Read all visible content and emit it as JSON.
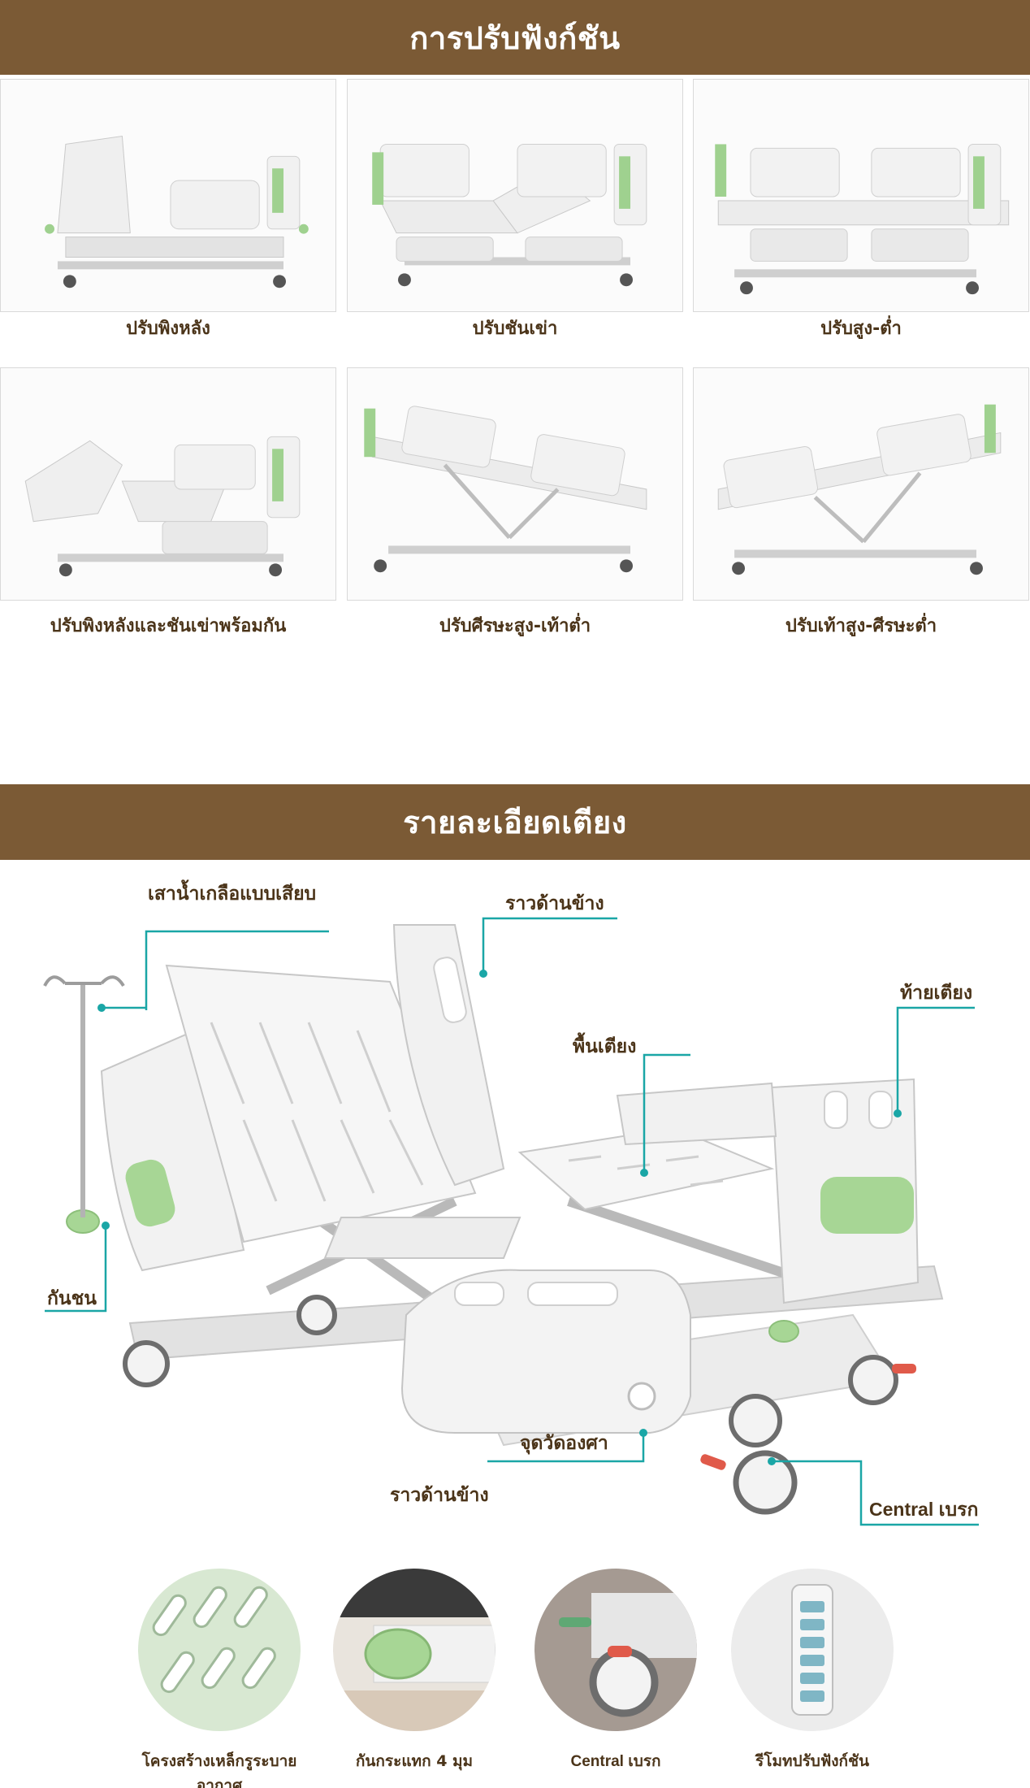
{
  "section_functions": {
    "title": "การปรับฟังก์ชัน",
    "positions": [
      {
        "caption": "ปรับพิงหลัง"
      },
      {
        "caption": "ปรับชันเข่า"
      },
      {
        "caption": "ปรับสูง-ต่ำ"
      },
      {
        "caption": "ปรับพิงหลังและชันเข่าพร้อมกัน"
      },
      {
        "caption": "ปรับศีรษะสูง-เท้าต่ำ"
      },
      {
        "caption": "ปรับเท้าสูง-ศีรษะต่ำ"
      }
    ]
  },
  "section_details": {
    "title": "รายละเอียดเตียง",
    "callouts": {
      "iv_pole": "เสาน้ำเกลือแบบเสียบ",
      "side_rail_top": "ราวด้านข้าง",
      "footboard": "ท้ายเตียง",
      "bed_platform": "พื้นเตียง",
      "bumper": "กันชน",
      "angle_indicator": "จุดวัดองศา",
      "side_rail_bottom": "ราวด้านข้าง",
      "central_brake": "Central เบรก"
    },
    "features": [
      {
        "label": "โครงสร้างเหล็กรูระบายอากาศ"
      },
      {
        "label": "กันกระแทก 4 มุม"
      },
      {
        "label": "Central เบรก"
      },
      {
        "label": "รีโมทปรับฟังก์ชัน"
      }
    ]
  },
  "colors": {
    "banner": "#7b5a35",
    "accent_green": "#9fd18f",
    "callout_line": "#1aa6a6",
    "text": "#4b3419"
  }
}
